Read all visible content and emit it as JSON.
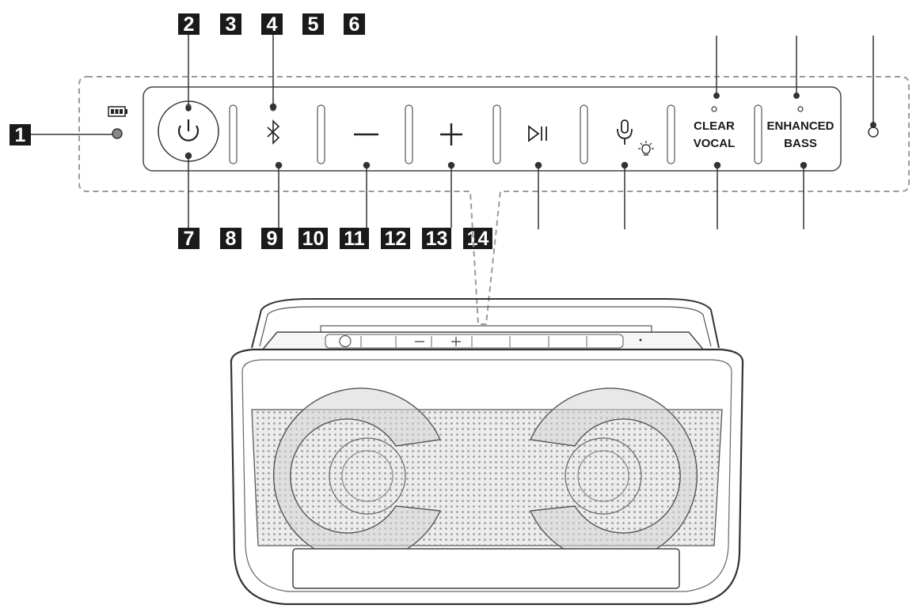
{
  "callouts_top": [
    "2",
    "3",
    "4",
    "5",
    "6"
  ],
  "callouts_left": [
    "1"
  ],
  "callouts_bottom": [
    "7",
    "8",
    "9",
    "10",
    "11",
    "12",
    "13",
    "14"
  ],
  "buttons": {
    "clear_vocal_line1": "CLEAR",
    "clear_vocal_line2": "VOCAL",
    "enhanced_bass_line1": "ENHANCED",
    "enhanced_bass_line2": "BASS"
  },
  "icons": {
    "battery": "battery-icon",
    "power": "power-icon",
    "bluetooth": "bluetooth-icon",
    "minus": "minus-icon",
    "plus": "plus-icon",
    "play_pause": "play-pause-icon",
    "mic": "microphone-icon",
    "light": "light-icon"
  },
  "colors": {
    "label_bg": "#1a1a1a",
    "line": "#333333",
    "dash": "#9a9a9a",
    "grille": "#c9c9c9"
  }
}
